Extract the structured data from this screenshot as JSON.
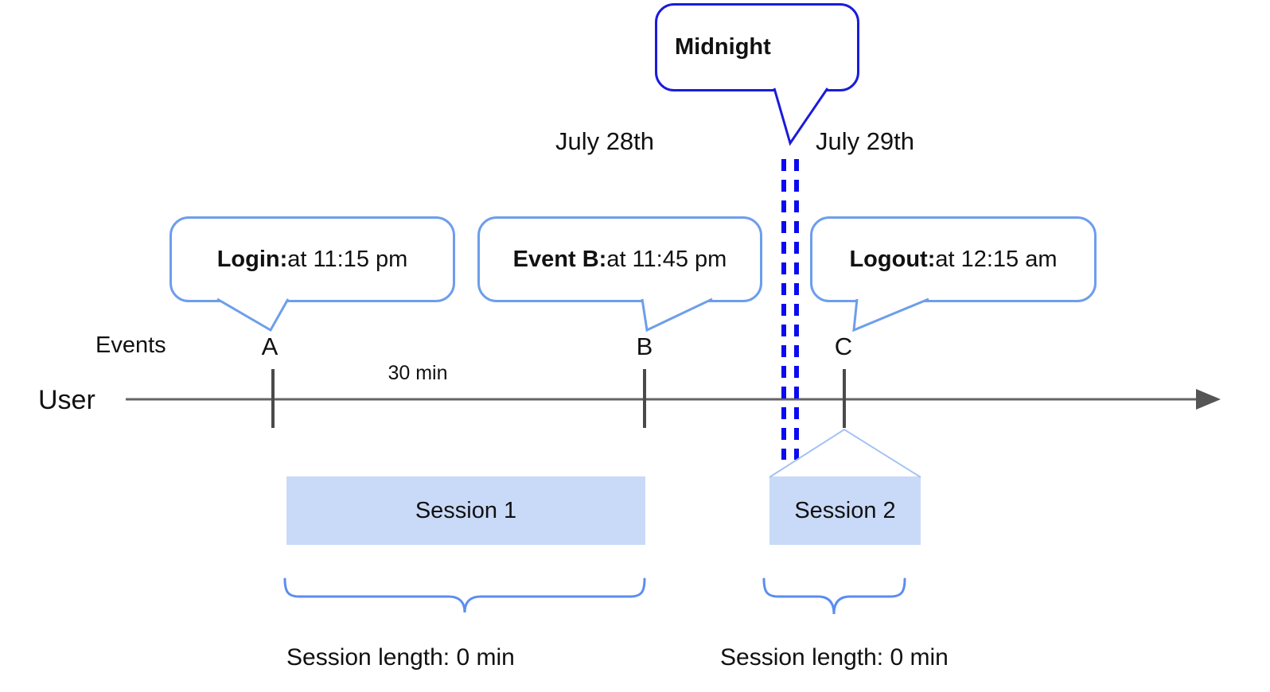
{
  "diagram": {
    "midnight_label": "Midnight",
    "dates": {
      "before": "July 28th",
      "after": "July 29th"
    },
    "axis": {
      "row_label": "User",
      "events_label": "Events"
    },
    "interval_label": "30 min",
    "events": [
      {
        "marker": "A",
        "name": "Login:",
        "detail": " at 11:15 pm"
      },
      {
        "marker": "B",
        "name": "Event B:",
        "detail": " at 11:45 pm"
      },
      {
        "marker": "C",
        "name": "Logout:",
        "detail": " at 12:15 am"
      }
    ],
    "sessions": [
      {
        "label": "Session 1",
        "length_label": "Session length: 0 min"
      },
      {
        "label": "Session 2",
        "length_label": "Session length: 0 min"
      }
    ],
    "colors": {
      "callout_border": "#6d9eeb",
      "midnight_border": "#1b1bdb",
      "midnight_dash": "#0a0af2",
      "session_fill": "#c9daf8",
      "funnel_line": "#a4c2f4",
      "brace": "#5b8def",
      "timeline": "#646464"
    }
  }
}
